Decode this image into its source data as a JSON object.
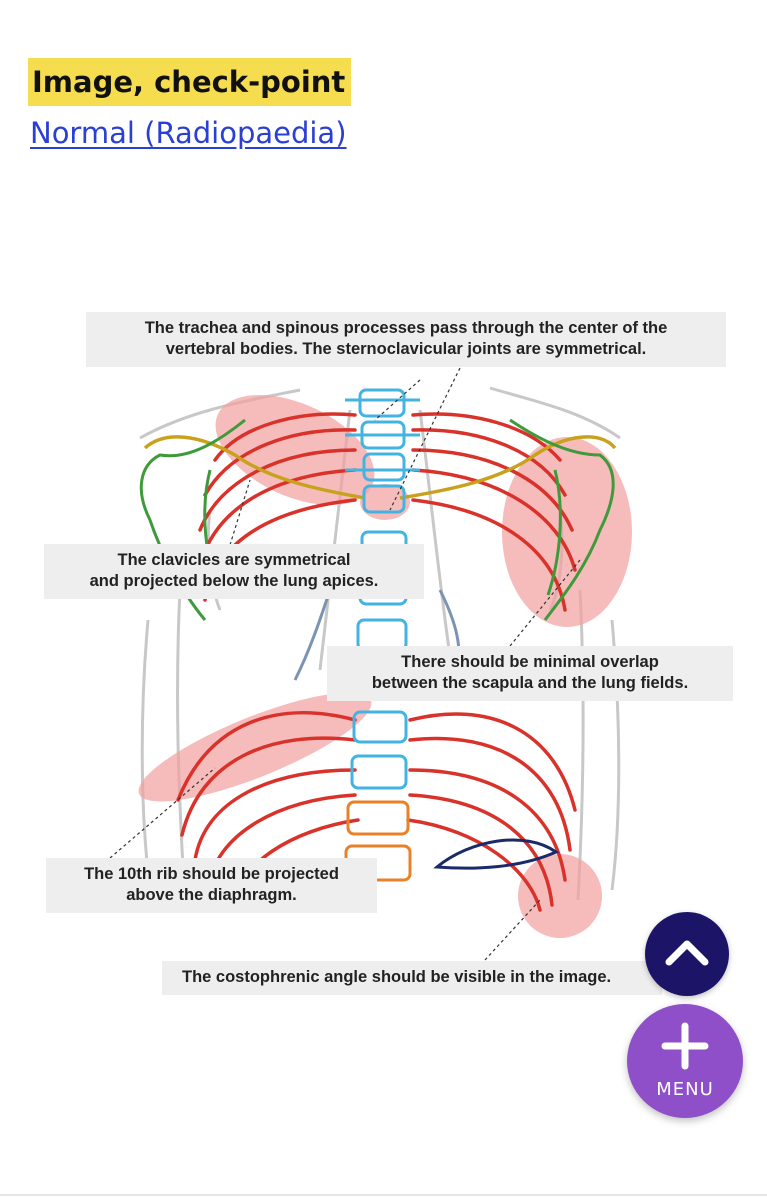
{
  "section": {
    "heading": "Image, check-point",
    "link_text": "Normal (Radiopaedia)"
  },
  "diagram": {
    "callouts": [
      "The trachea and spinous processes pass through the center of the\nvertebral bodies. The sternoclavicular joints are symmetrical.",
      "The clavicles are symmetrical\nand projected below the lung apices.",
      "There should be minimal overlap\nbetween the scapula and the lung fields.",
      "The 10th rib should be projected\nabove the diaphragm.",
      "The costophrenic angle should be visible in the image."
    ]
  },
  "fab": {
    "up_icon": "chevron-up-icon",
    "menu_icon": "plus-icon",
    "menu_label": "MENU"
  },
  "colors": {
    "highlight": "#f5dd4f",
    "link": "#2a3fd4",
    "ribs": "#d8322a",
    "spine": "#43b4e2",
    "clavicle": "#c9a21d",
    "scapula": "#3e9a3b",
    "highlight_zone": "#f2a0a0",
    "fab_up": "#1c1466",
    "fab_menu": "#8f4fc8"
  }
}
